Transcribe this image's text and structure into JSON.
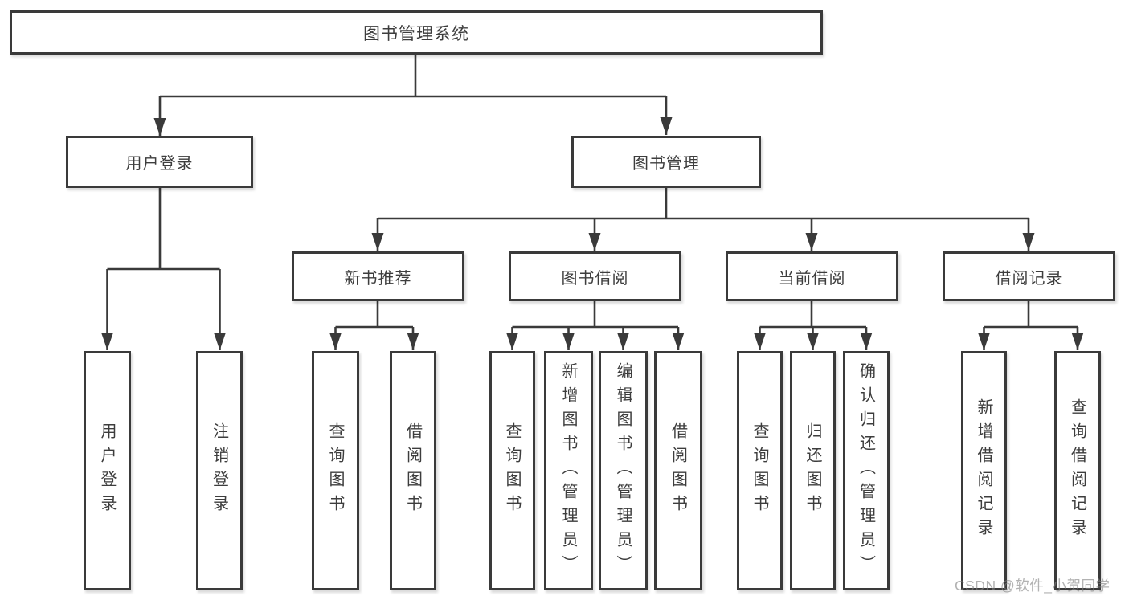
{
  "tree": {
    "label": "图书管理系统",
    "children": [
      {
        "label": "用户登录",
        "children": [
          {
            "label": "用户登录"
          },
          {
            "label": "注销登录"
          }
        ]
      },
      {
        "label": "图书管理",
        "children": [
          {
            "label": "新书推荐",
            "children": [
              {
                "label": "查询图书"
              },
              {
                "label": "借阅图书"
              }
            ]
          },
          {
            "label": "图书借阅",
            "children": [
              {
                "label": "查询图书"
              },
              {
                "label": "新增图书（管理员）"
              },
              {
                "label": "编辑图书（管理员）"
              },
              {
                "label": "借阅图书"
              }
            ]
          },
          {
            "label": "当前借阅",
            "children": [
              {
                "label": "查询图书"
              },
              {
                "label": "归还图书"
              },
              {
                "label": "确认归还（管理员）"
              }
            ]
          },
          {
            "label": "借阅记录",
            "children": [
              {
                "label": "新增借阅记录"
              },
              {
                "label": "查询借阅记录"
              }
            ]
          }
        ]
      }
    ]
  },
  "watermark": {
    "text": "CSDN @软件_小贺同学"
  },
  "colors": {
    "line": "#3a3a3a",
    "text": "#3d3d3d",
    "box_background": "#ffffff",
    "watermark": "#828282"
  }
}
